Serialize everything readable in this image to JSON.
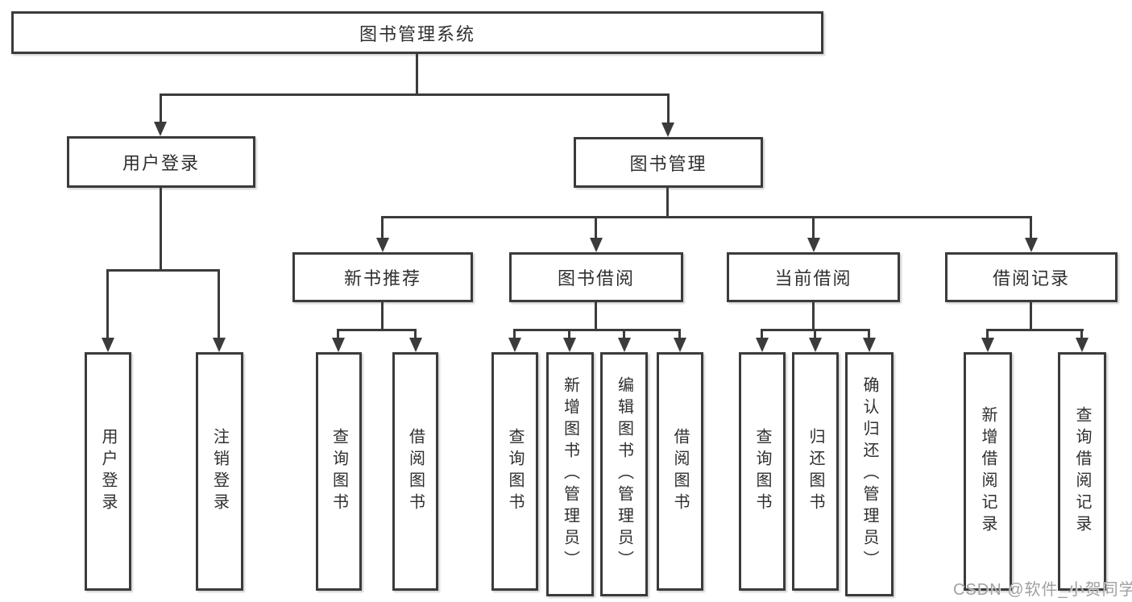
{
  "diagram": {
    "type": "hierarchy-tree",
    "root": {
      "label": "图书管理系统",
      "children": [
        {
          "label": "用户登录",
          "children": [
            {
              "label": "用户登录"
            },
            {
              "label": "注销登录"
            }
          ]
        },
        {
          "label": "图书管理",
          "children": [
            {
              "label": "新书推荐",
              "children": [
                {
                  "label": "查询图书"
                },
                {
                  "label": "借阅图书"
                }
              ]
            },
            {
              "label": "图书借阅",
              "children": [
                {
                  "label": "查询图书"
                },
                {
                  "label": "新增图书（管理员）"
                },
                {
                  "label": "编辑图书（管理员）"
                },
                {
                  "label": "借阅图书"
                }
              ]
            },
            {
              "label": "当前借阅",
              "children": [
                {
                  "label": "查询图书"
                },
                {
                  "label": "归还图书"
                },
                {
                  "label": "确认归还（管理员）"
                }
              ]
            },
            {
              "label": "借阅记录",
              "children": [
                {
                  "label": "新增借阅记录"
                },
                {
                  "label": "查询借阅记录"
                }
              ]
            }
          ]
        }
      ]
    }
  },
  "watermark": {
    "text": "CSDN @软件_小贺同学"
  },
  "colors": {
    "line": "#3b3b3b",
    "text": "#2f2f2f",
    "background": "#ffffff",
    "watermark": "#a0a0a0"
  }
}
